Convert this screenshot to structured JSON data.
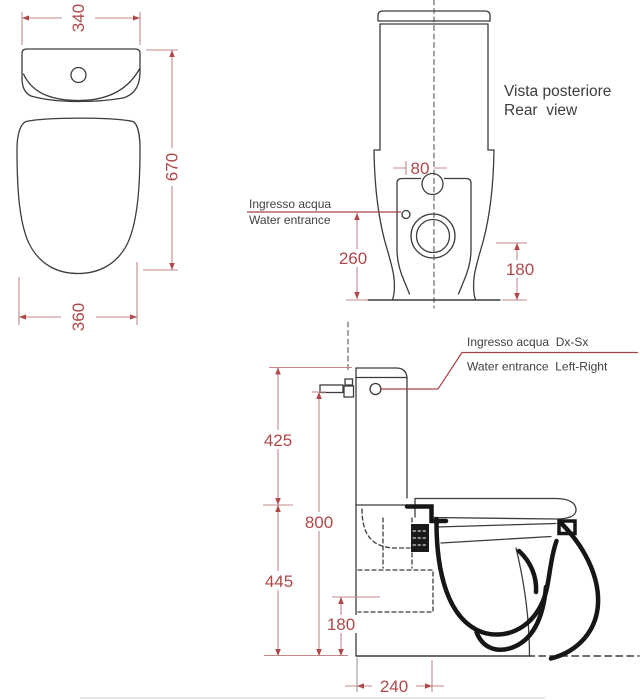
{
  "drawing_title": "WC monoblock technical drawing",
  "colors": {
    "background": "#ffffff",
    "drawing_line": "#3c3c3c",
    "thick_section_line": "#161616",
    "dim_line": "#c4898b",
    "dim_text": "#b0484a",
    "leader_line": "#a84344",
    "label_text": "#3f3f3f",
    "centerline": "#5a5a5a"
  },
  "top_view": {
    "dim_width_top": "340",
    "dim_depth": "670",
    "dim_width_bottom": "360"
  },
  "rear_view": {
    "title_line1": "Vista posteriore",
    "title_line2": "Rear  view",
    "inlet_label_line1": "Ingresso acqua",
    "inlet_label_line2": "Water entrance",
    "dim_inlet_offset": "80",
    "dim_inlet_height": "260",
    "dim_drain_height": "180"
  },
  "side_view": {
    "inlet_label_line1": "Ingresso acqua  Dx-Sx",
    "inlet_label_line2": "Water entrance  Left-Right",
    "dim_tank_height": "425",
    "dim_inlet_height": "800",
    "dim_bowl_height": "445",
    "dim_trap_height": "180",
    "dim_trap_depth": "240"
  }
}
